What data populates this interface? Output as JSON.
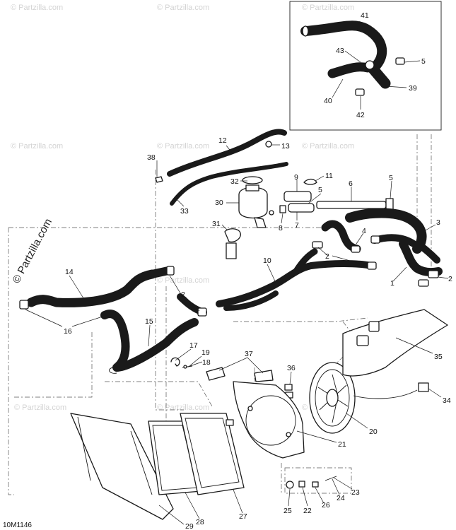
{
  "diagram_code": "10M1146",
  "watermark": "© Partzilla.com",
  "callouts": {
    "c1": "1",
    "c2a": "2",
    "c2b": "2",
    "c2c": "2",
    "c3": "3",
    "c4": "4",
    "c5a": "5",
    "c5b": "5",
    "c5c": "5",
    "c6": "6",
    "c7": "7",
    "c8": "8",
    "c9": "9",
    "c10": "10",
    "c11": "11",
    "c12": "12",
    "c13": "13",
    "c14": "14",
    "c15": "15",
    "c16": "16",
    "c17": "17",
    "c18": "18",
    "c19": "19",
    "c20": "20",
    "c21": "21",
    "c22": "22",
    "c23": "23",
    "c24": "24",
    "c25": "25",
    "c26": "26",
    "c27": "27",
    "c28": "28",
    "c29": "29",
    "c30": "30",
    "c31": "31",
    "c32": "32",
    "c33": "33",
    "c34": "34",
    "c35": "35",
    "c36": "36",
    "c37": "37",
    "c38": "38",
    "c39": "39",
    "c40": "40",
    "c41": "41",
    "c42": "42",
    "c43": "43"
  },
  "colors": {
    "line": "#1a1a1a",
    "watermark": "#d3d3d3",
    "background": "#ffffff"
  }
}
